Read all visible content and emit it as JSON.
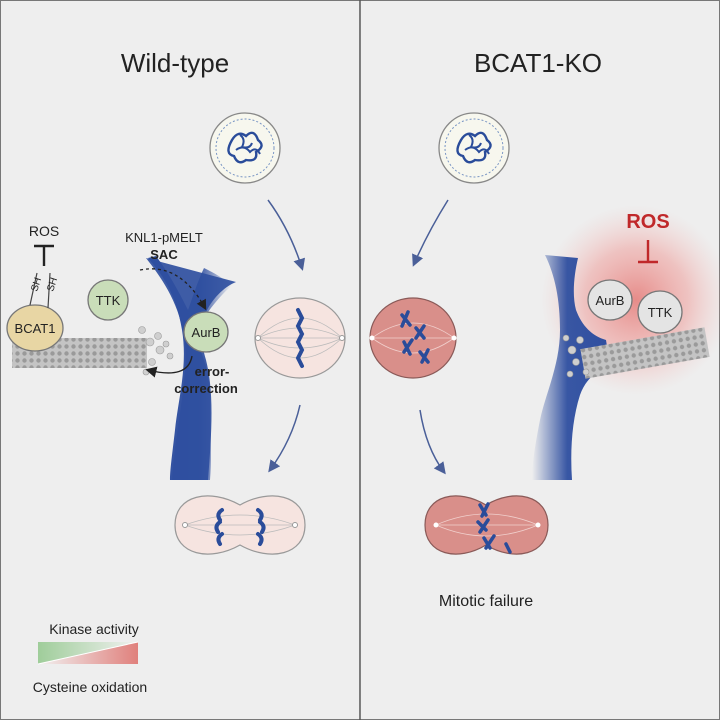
{
  "left_panel": {
    "title": "Wild-type",
    "ros_label": "ROS",
    "sh_label_1": "SH",
    "sh_label_2": "SH",
    "bcat1_label": "BCAT1",
    "ttk_label": "TTK",
    "knl1_label": "KNL1-pMELT",
    "sac_label": "SAC",
    "aurb_label": "AurB",
    "error_label_1": "error-",
    "error_label_2": "correction"
  },
  "right_panel": {
    "title": "BCAT1-KO",
    "ros_label": "ROS",
    "aurb_label": "AurB",
    "ttk_label": "TTK",
    "caption": "Mitotic failure"
  },
  "legend": {
    "top_label": "Kinase activity",
    "bottom_label": "Cysteine oxidation"
  },
  "colors": {
    "panel_bg": "#eeeeee",
    "chromatin": "#2a4c9a",
    "kinetochore": "#2f4fa0",
    "bcat1_fill": "#e8d6a4",
    "kinase_fill": "#c9ddb9",
    "ko_kinase_fill": "#e4e4e4",
    "wt_cell_fill": "#f6e4e0",
    "ko_cell_fill": "#d98f8a",
    "ros_red": "#c0282a",
    "legend_green": "#9fcd9a",
    "legend_red": "#e0807c"
  }
}
